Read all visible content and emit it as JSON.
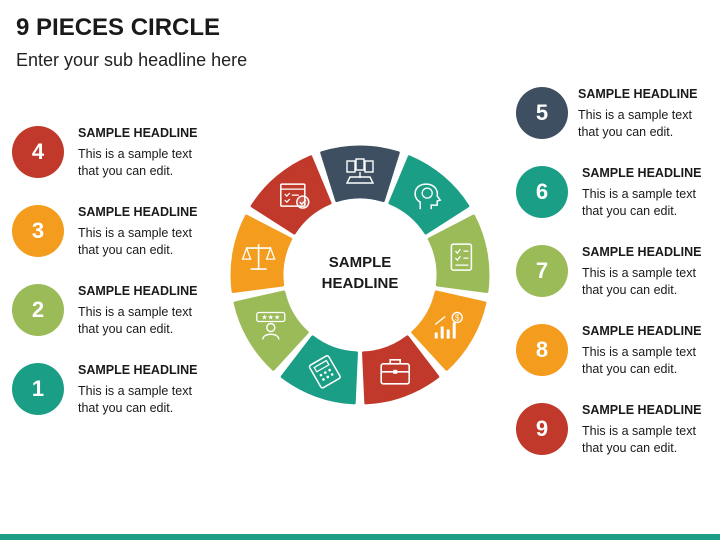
{
  "title": "9 PIECES CIRCLE",
  "subtitle": "Enter your sub headline here",
  "center": {
    "line1": "SAMPLE",
    "line2": "HEADLINE"
  },
  "items": [
    {
      "num": "1",
      "head": "SAMPLE HEADLINE",
      "text": "This is a sample text that you can edit.",
      "color": "#1b9e86"
    },
    {
      "num": "2",
      "head": "SAMPLE HEADLINE",
      "text": "This is a sample text that you can edit.",
      "color": "#9bbb59"
    },
    {
      "num": "3",
      "head": "SAMPLE HEADLINE",
      "text": "This is a sample text that you can edit.",
      "color": "#f39c1e"
    },
    {
      "num": "4",
      "head": "SAMPLE HEADLINE",
      "text": "This is a sample text that you can edit.",
      "color": "#c0392b"
    },
    {
      "num": "5",
      "head": "SAMPLE HEADLINE",
      "text": "This is a sample text that you can edit.",
      "color": "#3d4f60"
    },
    {
      "num": "6",
      "head": "SAMPLE HEADLINE",
      "text": "This is a sample text that you can edit.",
      "color": "#1b9e86"
    },
    {
      "num": "7",
      "head": "SAMPLE HEADLINE",
      "text": "This is a sample text that you can edit.",
      "color": "#9bbb59"
    },
    {
      "num": "8",
      "head": "SAMPLE HEADLINE",
      "text": "This is a sample text that you can edit.",
      "color": "#f39c1e"
    },
    {
      "num": "9",
      "head": "SAMPLE HEADLINE",
      "text": "This is a sample text that you can edit.",
      "color": "#c0392b"
    }
  ],
  "segments": [
    {
      "icon": "documents-icon",
      "color": "#3d4f60"
    },
    {
      "icon": "brain-head-icon",
      "color": "#1b9e86"
    },
    {
      "icon": "checklist-icon",
      "color": "#9bbb59"
    },
    {
      "icon": "growth-chart-icon",
      "color": "#f39c1e"
    },
    {
      "icon": "briefcase-icon",
      "color": "#c0392b"
    },
    {
      "icon": "calculator-icon",
      "color": "#1b9e86"
    },
    {
      "icon": "customer-rating-icon",
      "color": "#9bbb59"
    },
    {
      "icon": "balance-scale-icon",
      "color": "#f39c1e"
    },
    {
      "icon": "approved-form-icon",
      "color": "#c0392b"
    }
  ]
}
